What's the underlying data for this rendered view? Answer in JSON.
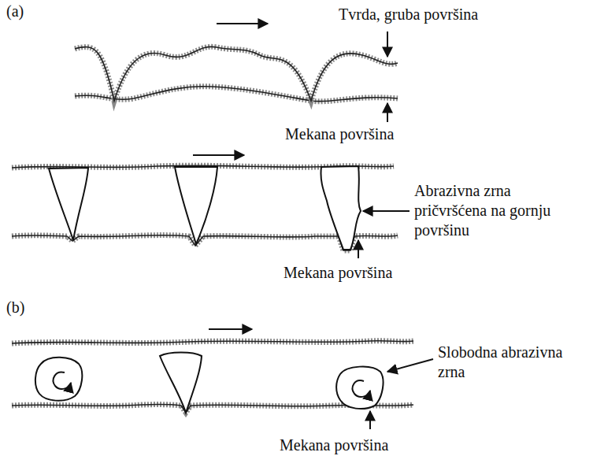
{
  "diagram": {
    "labels": [
      "(a)",
      "Tvrda, gruba površina",
      "Mekana površina",
      "Abrazivna zrna pričvršćena na gornju površinu",
      "Mekana površina",
      "(b)",
      "Slobodna abrazivna zrna",
      "Mekana površina"
    ]
  }
}
